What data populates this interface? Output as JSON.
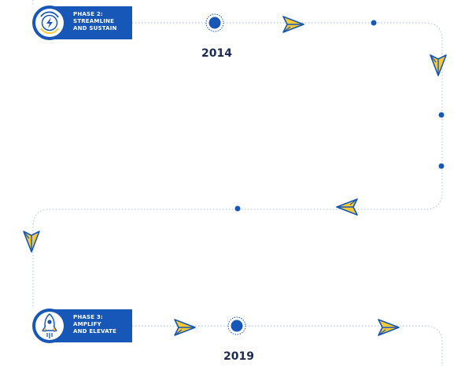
{
  "colors": {
    "accent_blue": "#1757b8",
    "accent_yellow": "#f6c937",
    "path_dots": "#b6c8de",
    "year_text": "#1e2a52",
    "white": "#ffffff"
  },
  "icons": {
    "phase_2": "lightning-bolt-cycle-icon",
    "phase_3": "rocket-icon",
    "waypoint": "paper-plane-icon"
  },
  "phases": [
    {
      "label_lines": [
        "PHASE 2:",
        "STREAMLINE",
        "AND SUSTAIN"
      ],
      "year": "2014"
    },
    {
      "label_lines": [
        "PHASE 3:",
        "AMPLIFY",
        "AND ELEVATE"
      ],
      "year": "2019"
    }
  ]
}
